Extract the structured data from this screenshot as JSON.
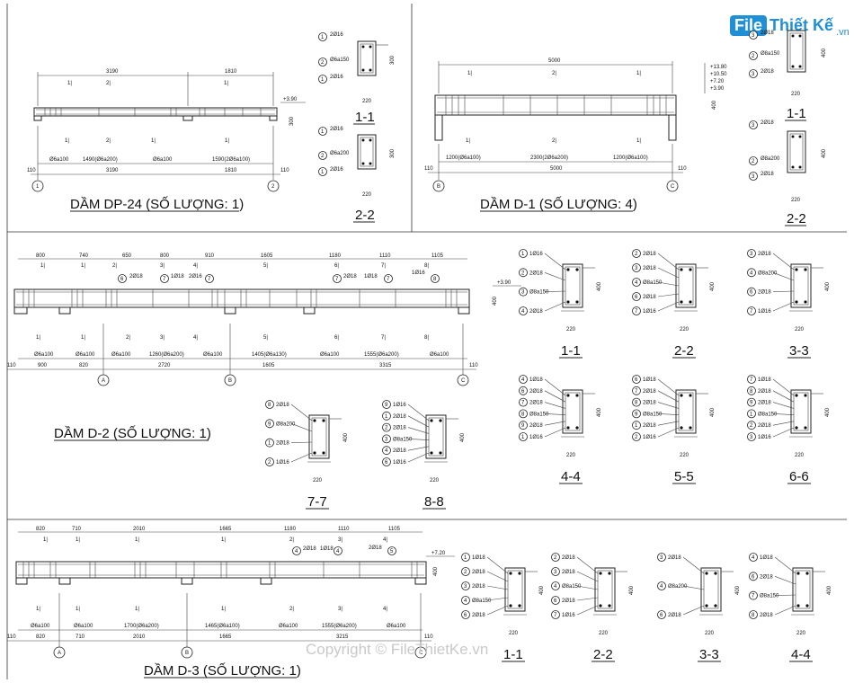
{
  "logo": {
    "part1": "File",
    "part2": "Thiết Kế",
    "part3": ".vn"
  },
  "watermark": "Copyright © FileThietKe.vn",
  "beams": [
    {
      "title": "DẦM DP-24 (SỐ LƯỢNG: 1)",
      "top_dims": [
        "3190",
        "1810"
      ],
      "bottom_dims": [
        "110",
        "3190",
        "1810",
        "110"
      ],
      "stirrups": [
        "Ø6a100",
        "1490(Ø6a200)",
        "Ø6a100",
        "1590(2Ø6a100)"
      ],
      "bar_marks": [
        "1",
        "2",
        "1",
        "1"
      ],
      "axes": [
        "1",
        "2"
      ],
      "level": "+3.90",
      "height": "300",
      "sections": [
        {
          "name": "1-1",
          "bars": [
            "2Ø16",
            "Ø6a150",
            "2Ø16"
          ],
          "width": "220",
          "height": "300"
        },
        {
          "name": "2-2",
          "bars": [
            "2Ø16",
            "Ø6a200",
            "2Ø16"
          ],
          "width": "220",
          "height": "300"
        }
      ]
    },
    {
      "title": "DẦM D-1 (SỐ LƯỢNG: 4)",
      "top_dims": [
        "5000"
      ],
      "bottom_dims": [
        "110",
        "5000",
        "110"
      ],
      "stirrups": [
        "1200(Ø6a100)",
        "2300(2Ø6a200)",
        "1200(Ø6a100)"
      ],
      "bar_marks": [
        "1",
        "2",
        "1"
      ],
      "axes": [
        "B",
        "C"
      ],
      "levels": [
        "+13.80",
        "+10.50",
        "+7.20",
        "+3.90"
      ],
      "height": "400",
      "sections": [
        {
          "name": "1-1",
          "bars": [
            "2Ø18",
            "Ø8a150",
            "2Ø18"
          ],
          "width": "220",
          "height": "400"
        },
        {
          "name": "2-2",
          "bars": [
            "2Ø18",
            "Ø8a200",
            "2Ø18"
          ],
          "width": "220",
          "height": "400"
        }
      ]
    },
    {
      "title": "DẦM D-2 (SỐ LƯỢNG: 1)",
      "top_dims": [
        "800",
        "740",
        "650",
        "800",
        "910",
        "1605",
        "1180",
        "1110",
        "1105"
      ],
      "bottom_dims": [
        "110",
        "900",
        "820",
        "2720",
        "1605",
        "3315",
        "110"
      ],
      "stirrups": [
        "Ø6a100",
        "Ø6a100",
        "Ø6a100",
        "1260(Ø6a200)",
        "Ø6a100",
        "1405(Ø6a130)",
        "Ø6a100",
        "1555(Ø6a200)",
        "Ø6a100"
      ],
      "bar_marks": [
        "1",
        "1",
        "2",
        "3",
        "4",
        "5",
        "6",
        "7",
        "8"
      ],
      "axes": [
        "A",
        "B",
        "C"
      ],
      "level": "+3.90",
      "height": "400",
      "callouts": [
        "2Ø18",
        "1Ø18",
        "2Ø16",
        "2Ø18",
        "1Ø16"
      ],
      "sections": [
        {
          "name": "1-1",
          "bars": [
            "1Ø16",
            "2Ø18",
            "Ø8a150",
            "2Ø18"
          ],
          "width": "220",
          "height": "400"
        },
        {
          "name": "2-2",
          "bars": [
            "2Ø18",
            "2Ø18",
            "Ø8a150",
            "2Ø18",
            "1Ø16"
          ],
          "width": "220",
          "height": "400"
        },
        {
          "name": "3-3",
          "bars": [
            "2Ø18",
            "Ø8a200",
            "2Ø18",
            "1Ø16"
          ],
          "width": "220",
          "height": "400"
        },
        {
          "name": "4-4",
          "bars": [
            "1Ø18",
            "2Ø18",
            "2Ø18",
            "Ø8a150",
            "2Ø18",
            "1Ø16"
          ],
          "width": "220",
          "height": "400"
        },
        {
          "name": "5-5",
          "bars": [
            "1Ø18",
            "2Ø18",
            "2Ø18",
            "Ø8a150",
            "2Ø18",
            "1Ø16"
          ],
          "width": "220",
          "height": "400"
        },
        {
          "name": "6-6",
          "bars": [
            "1Ø18",
            "2Ø18",
            "2Ø18",
            "Ø8a150",
            "2Ø18",
            "1Ø16"
          ],
          "width": "220",
          "height": "400"
        },
        {
          "name": "7-7",
          "bars": [
            "2Ø18",
            "Ø8a200",
            "2Ø18",
            "1Ø16"
          ],
          "width": "220",
          "height": "400"
        },
        {
          "name": "8-8",
          "bars": [
            "1Ø16",
            "2Ø18",
            "2Ø18",
            "Ø8a150",
            "2Ø18",
            "1Ø16"
          ],
          "width": "220",
          "height": "400"
        }
      ]
    },
    {
      "title": "DẦM D-3 (SỐ LƯỢNG: 1)",
      "top_dims": [
        "820",
        "710",
        "2010",
        "1665",
        "1180",
        "1110",
        "1105"
      ],
      "bottom_dims": [
        "110",
        "820",
        "710",
        "2010",
        "1665",
        "3215",
        "110"
      ],
      "stirrups": [
        "Ø6a100",
        "Ø6a100",
        "1700(Ø6a200)",
        "1465(Ø6a100)",
        "Ø6a100",
        "1555(Ø6a200)",
        "Ø6a100"
      ],
      "bar_marks": [
        "1",
        "1",
        "1",
        "1",
        "2",
        "3",
        "4"
      ],
      "axes": [
        "A",
        "B",
        "C"
      ],
      "level": "+7.20",
      "height": "400",
      "callouts": [
        "2Ø18",
        "1Ø18",
        "2Ø18"
      ],
      "sections": [
        {
          "name": "1-1",
          "bars": [
            "1Ø18",
            "2Ø18",
            "2Ø18",
            "Ø8a150",
            "2Ø18"
          ],
          "width": "220",
          "height": "400"
        },
        {
          "name": "2-2",
          "bars": [
            "2Ø18",
            "2Ø18",
            "Ø8a150",
            "2Ø18",
            "1Ø16"
          ],
          "width": "220",
          "height": "400"
        },
        {
          "name": "3-3",
          "bars": [
            "2Ø18",
            "Ø8a200",
            "2Ø18"
          ],
          "width": "220",
          "height": "400"
        },
        {
          "name": "4-4",
          "bars": [
            "1Ø18",
            "2Ø18",
            "Ø8a150",
            "2Ø18"
          ],
          "width": "220",
          "height": "400"
        }
      ]
    }
  ]
}
